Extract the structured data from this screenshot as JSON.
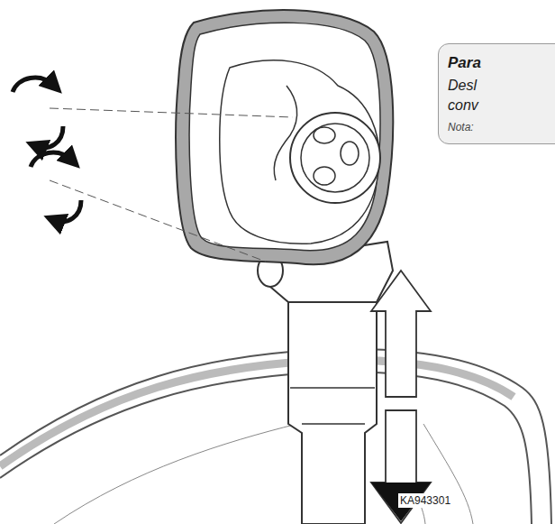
{
  "diagram": {
    "nodes": [
      {
        "text": [
          "Para",
          "Desl conv",
          "Nota:"
        ]
      }
    ],
    "labels": [
      "KA943301"
    ]
  }
}
